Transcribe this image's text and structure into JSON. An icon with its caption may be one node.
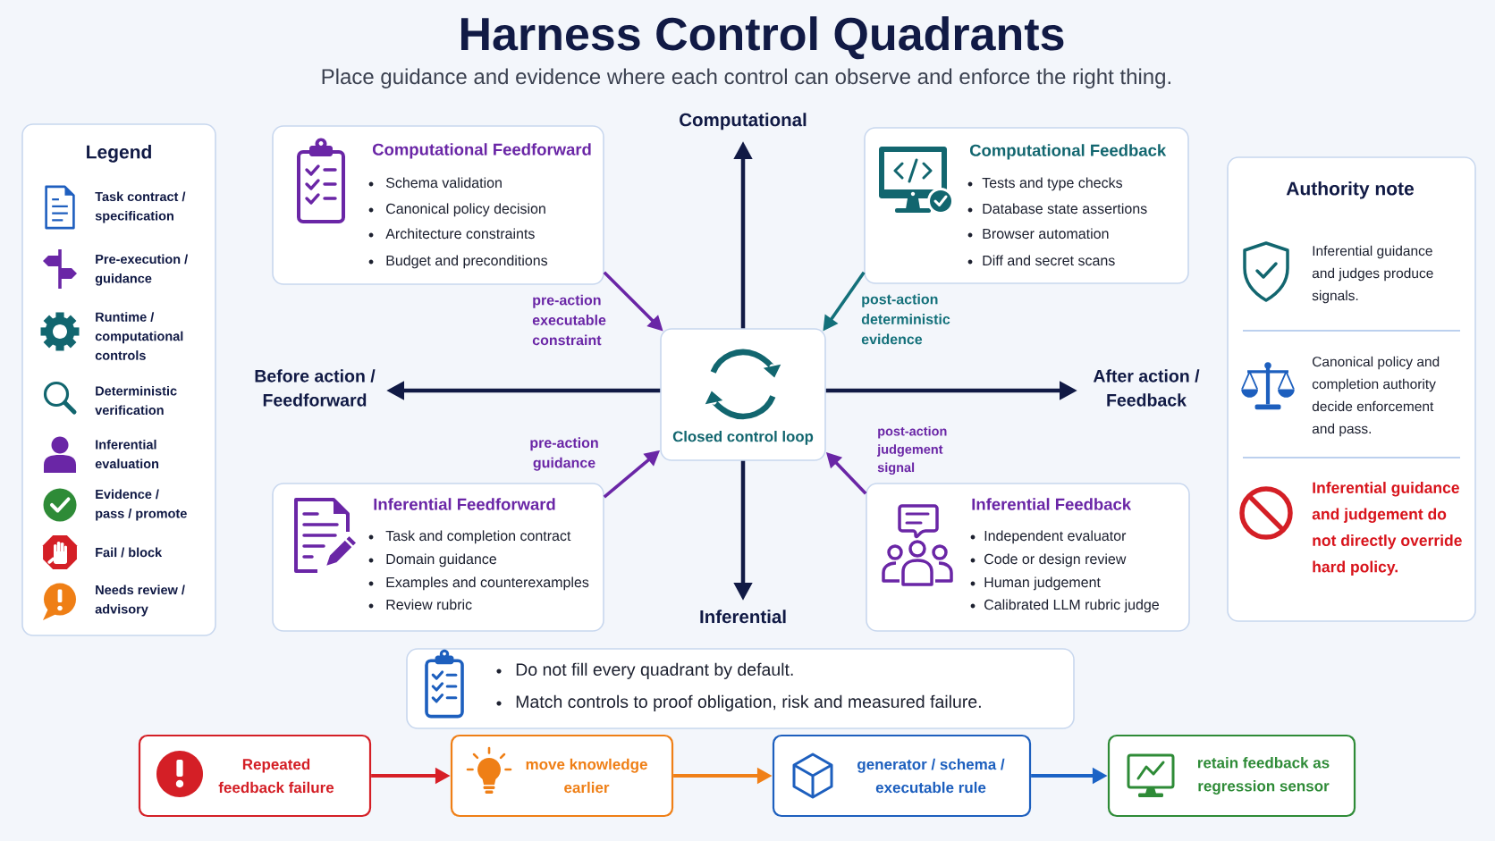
{
  "diagram": {
    "title": "Harness Control Quadrants",
    "nodes": [
      {
        "text": [
          "Legend"
        ]
      },
      {
        "text": [
          "Computational Feedforward",
          "Schema validation",
          "Canonical policy decision",
          "Architecture constraints",
          "Budget and preconditions"
        ]
      },
      {
        "text": [
          "Computational Feedback",
          "Tests and type checks",
          "Database state assertions",
          "Browser automation",
          "Diff and secret scans"
        ]
      },
      {
        "text": [
          "Authority note",
          "Inferential guidance and judges produce signals.",
          "Canonical policy and completion authority decide enforcement and pass.",
          "Inferential guidance and judgement do not directly override hard policy."
        ]
      },
      {
        "text": [
          "Closed control loop"
        ]
      },
      {
        "text": [
          "Inferential Feedforward",
          "Task and completion contract",
          "Domain guidance",
          "Examples and counterexamples",
          "Review rubric"
        ]
      },
      {
        "text": [
          "Inferential Feedback",
          "Independent evaluator",
          "Code or design review",
          "Human judgement",
          "Calibrated LLM rubric judge"
        ]
      },
      {
        "text": [
          "Do not fill every quadrant by default.",
          "Match controls to proof obligation, risk and measured failure."
        ]
      },
      {
        "text": [
          "Repeated feedback failure"
        ]
      },
      {
        "text": [
          "move knowledge earlier"
        ]
      },
      {
        "text": [
          "generator / schema / executable rule"
        ]
      },
      {
        "text": [
          "retain feedback as regression sensor"
        ]
      }
    ],
    "edges": [
      {
        "from": 1,
        "to": 4,
        "arrow": "to",
        "label": "pre-action executable constraint"
      },
      {
        "from": 2,
        "to": 4,
        "arrow": "to",
        "label": "post-action deterministic evidence",
        "color": "#13707a"
      },
      {
        "from": 5,
        "to": 4,
        "arrow": "to",
        "label": "pre-action guidance"
      },
      {
        "from": 6,
        "to": 4,
        "arrow": "to",
        "label": "post-action judgement signal"
      },
      {
        "from": 8,
        "to": 9,
        "arrow": "to",
        "color": "#d71f27"
      },
      {
        "from": 9,
        "to": 10,
        "arrow": "to",
        "color": "#f08018"
      },
      {
        "from": 10,
        "to": 11,
        "arrow": "to",
        "color": "#1b63c6"
      }
    ],
    "labels": [
      "Place guidance and evidence where each control can observe and enforce the right thing.",
      "Computational",
      "Before action / Feedforward",
      "After action / Feedback",
      "Inferential"
    ],
    "legend": [
      {
        "text": "Task contract / specification"
      },
      {
        "text": "Pre-execution / guidance"
      },
      {
        "text": "Runtime / computational controls"
      },
      {
        "text": "Deterministic verification"
      },
      {
        "text": "Inferential evaluation"
      },
      {
        "text": "Evidence / pass / promote"
      },
      {
        "text": "Fail / block"
      },
      {
        "text": "Needs review / advisory"
      }
    ]
  }
}
